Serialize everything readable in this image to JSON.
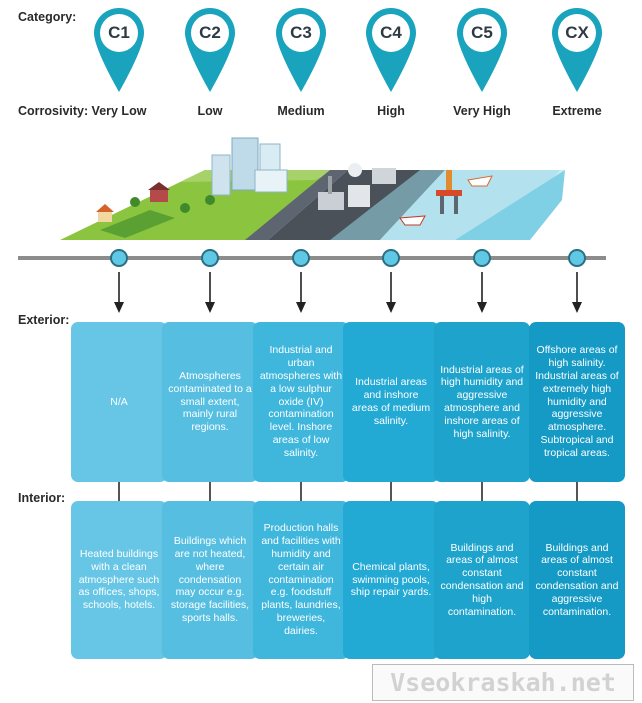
{
  "labels": {
    "category": "Category:",
    "corrosivity": "Corrosivity:",
    "exterior": "Exterior:",
    "interior": "Interior:"
  },
  "categories": [
    {
      "code": "C1",
      "corrosivity": "Very Low",
      "exterior": "N/A",
      "interior": "Heated buildings with a clean atmosphere such as offices, shops, schools, hotels."
    },
    {
      "code": "C2",
      "corrosivity": "Low",
      "exterior": "Atmospheres contaminated to a small extent, mainly rural regions.",
      "interior": "Buildings which are not heated, where condensation may occur e.g. storage facilities, sports halls."
    },
    {
      "code": "C3",
      "corrosivity": "Medium",
      "exterior": "Industrial and urban atmospheres with a low sulphur oxide (IV) contamination level. Inshore areas of low salinity.",
      "interior": "Production halls and facilities with humidity and certain air contamination e.g. foodstuff plants, laundries, breweries, dairies."
    },
    {
      "code": "C4",
      "corrosivity": "High",
      "exterior": "Industrial areas and inshore areas of medium salinity.",
      "interior": "Chemical plants, swimming pools, ship repair yards."
    },
    {
      "code": "C5",
      "corrosivity": "Very High",
      "exterior": "Industrial areas of high humidity and aggressive atmosphere and inshore areas of high salinity.",
      "interior": "Buildings and areas of almost constant condensation and high contamination."
    },
    {
      "code": "CX",
      "corrosivity": "Extreme",
      "exterior": "Offshore areas of high salinity. Industrial areas of extremely high humidity and aggressive atmosphere. Subtropical and tropical areas.",
      "interior": "Buildings and areas of almost constant condensation and aggressive contamination."
    }
  ],
  "colors": {
    "pin": "#1aa3bd",
    "exterior_boxes": [
      "#67c6e5",
      "#56bfe1",
      "#3fb6dc",
      "#22a9d4",
      "#1ea3cd",
      "#159ac6"
    ],
    "interior_boxes": [
      "#67c6e5",
      "#56bfe1",
      "#3fb6dc",
      "#22a9d4",
      "#1ea3cd",
      "#159ac6"
    ]
  },
  "watermark": "Vseokraskah.net"
}
